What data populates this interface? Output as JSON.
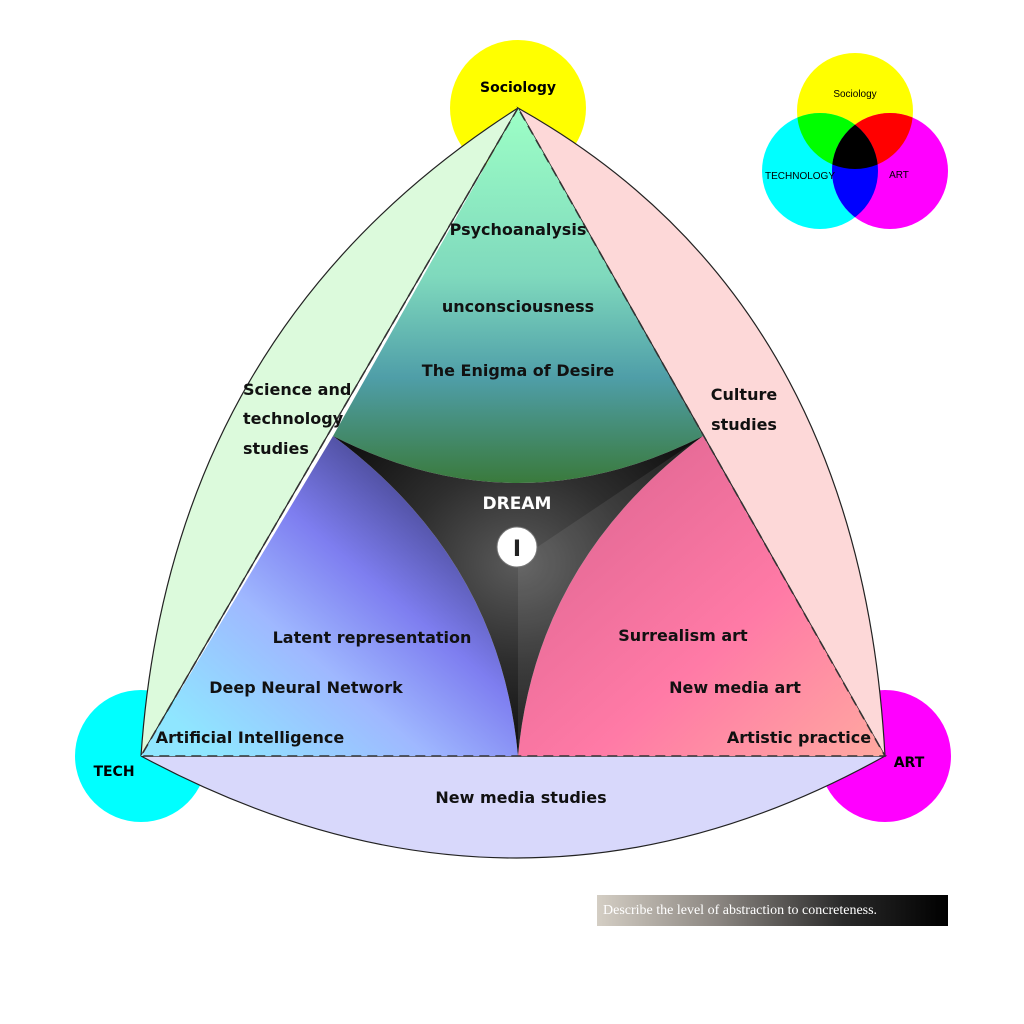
{
  "nodes": {
    "top": "Sociology",
    "left": "TECH",
    "right": "ART"
  },
  "center": {
    "title": "DREAM",
    "marker": "I"
  },
  "top_region": [
    "Psychoanalysis",
    "unconsciousness",
    "The Enigma of Desire"
  ],
  "left_region": [
    "Latent representation",
    "Deep Neural Network",
    "Artificial Intelligence"
  ],
  "right_region": [
    "Surrealism art",
    "New media art",
    "Artistic practice"
  ],
  "edges": {
    "left": [
      "Science and",
      "technology",
      "studies"
    ],
    "right": [
      "Culture",
      "studies"
    ],
    "bottom": "New media studies"
  },
  "venn": {
    "top": "Sociology",
    "left": "TECHNOLOGY",
    "right": "ART"
  },
  "footer_text": "Describe the level of abstraction to concreteness.",
  "colors": {
    "sociology": "#ffff00",
    "tech": "#00ffff",
    "art": "#ff00ff",
    "left_edge": "#dcfadc",
    "right_edge": "#fdd8d8",
    "bottom_edge": "#d8d8fb",
    "dream_center": "#222222"
  }
}
